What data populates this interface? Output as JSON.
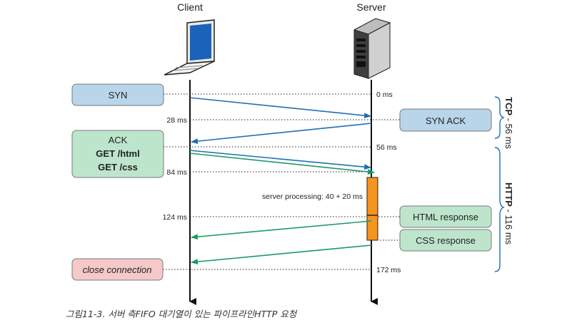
{
  "actors": {
    "client": "Client",
    "server": "Server"
  },
  "client_boxes": {
    "syn": "SYN",
    "ack_group": [
      "ACK",
      "GET /html",
      "GET /css"
    ],
    "close": "close connection"
  },
  "server_boxes": {
    "syn_ack": "SYN ACK",
    "html_response": "HTML response",
    "css_response": "CSS response"
  },
  "times_left": {
    "t28": "28 ms",
    "t84": "84 ms",
    "t124": "124 ms"
  },
  "times_right": {
    "t0": "0 ms",
    "t56": "56 ms",
    "t172": "172 ms"
  },
  "processing_note": "server processing: 40 + 20 ms",
  "phases": {
    "tcp": {
      "bold": "TCP",
      "rest": " - 56 ms"
    },
    "http": {
      "bold": "HTTP",
      "rest": " - 116 ms"
    }
  },
  "caption": "그림11-3. 서버 측FIFO 대기열이 있는 파이프라인HTTP 요청",
  "colors": {
    "blue_box": "#b8d5ea",
    "green_box": "#bde5cc",
    "pink_box": "#f5c9c9",
    "blue_arrow": "#1f6fb5",
    "green_arrow": "#1a9b62",
    "processing_bar": "#f7941d",
    "brace": "#1f6fb5"
  }
}
